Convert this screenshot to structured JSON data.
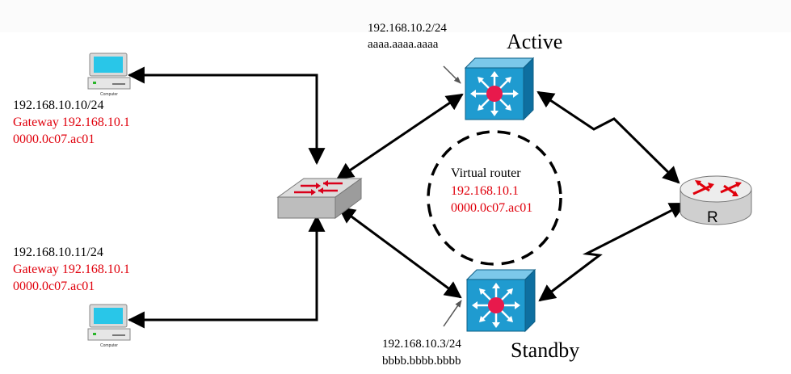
{
  "hosts": [
    {
      "computer_label": "Computer",
      "ip": "192.168.10.10/24",
      "gateway": "Gateway 192.168.10.1",
      "mac": "0000.0c07.ac01"
    },
    {
      "computer_label": "Computer",
      "ip": "192.168.10.11/24",
      "gateway": "Gateway 192.168.10.1",
      "mac": "0000.0c07.ac01"
    }
  ],
  "active": {
    "role": "Active",
    "ip": "192.168.10.2/24",
    "mac": "aaaa.aaaa.aaaa"
  },
  "standby": {
    "role": "Standby",
    "ip": "192.168.10.3/24",
    "mac": "bbbb.bbbb.bbbb"
  },
  "virtual_router": {
    "title": "Virtual router",
    "ip": "192.168.10.1",
    "mac": "0000.0c07.ac01"
  },
  "router": {
    "letter": "R"
  },
  "colors": {
    "label_red": "#e0000c",
    "multilayer_switch_blue": "#1f9bd0",
    "router_arrows": "#e0000c",
    "screen_cyan": "#29c6e8"
  }
}
